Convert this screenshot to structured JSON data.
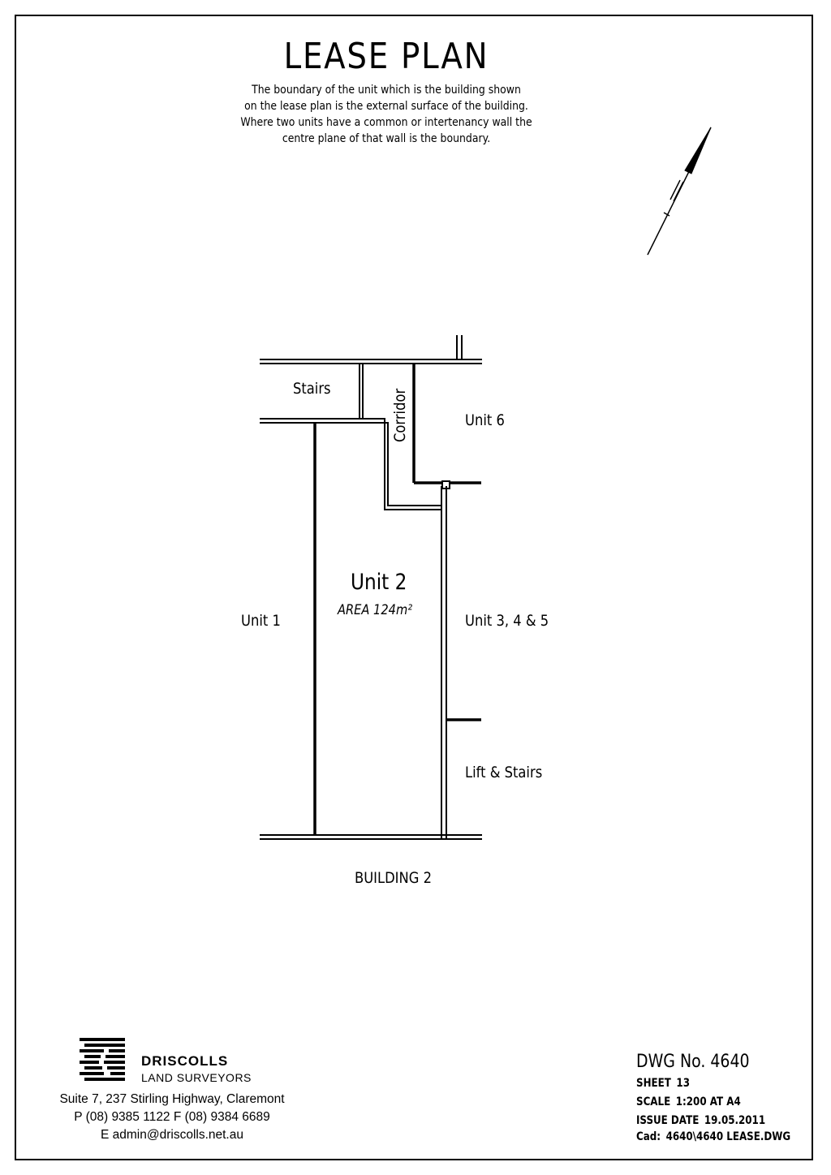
{
  "title": "LEASE PLAN",
  "note_lines": [
    "The boundary of the unit which is the building shown",
    "on the lease plan is the external surface of the building.",
    "Where two units have a common or intertenancy wall the",
    "centre plane of that wall is the boundary."
  ],
  "plan": {
    "stairs": "Stairs",
    "corridor": "Corridor",
    "unit6": "Unit 6",
    "unit2": "Unit 2",
    "area": "AREA  124m²",
    "unit1": "Unit 1",
    "unit345": "Unit 3, 4 & 5",
    "lift": "Lift & Stairs",
    "building": "BUILDING 2"
  },
  "firm": {
    "name": "DRISCOLLS",
    "subtitle": "LAND SURVEYORS",
    "address": "Suite 7, 237 Stirling Highway, Claremont",
    "phone": "P (08) 9385 1122   F (08) 9384 6689",
    "email": "E  admin@driscolls.net.au"
  },
  "drawing": {
    "dwg_no": "DWG No. 4640",
    "sheet_label": "SHEET",
    "sheet": "13",
    "scale_label": "SCALE",
    "scale": "1:200  AT A4",
    "issue_label": "ISSUE DATE",
    "issue": "19.05.2011",
    "cad_label": "Cad:",
    "cad": "4640\\4640 LEASE.DWG"
  }
}
